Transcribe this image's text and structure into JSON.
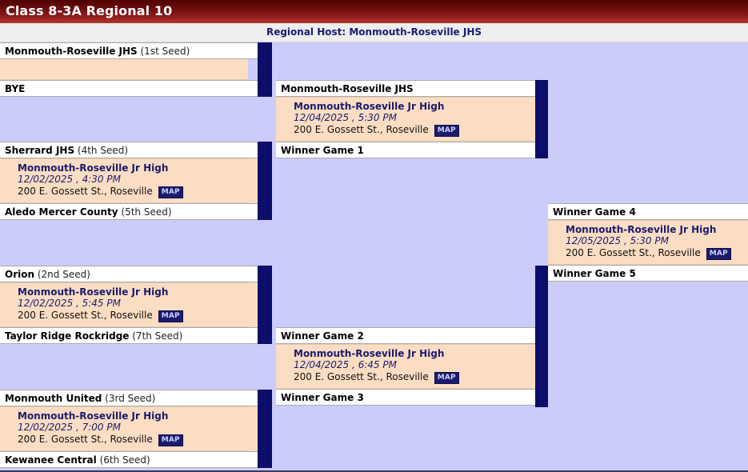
{
  "header": {
    "title": "Class 8-3A Regional 10",
    "host_label": "Regional Host: Monmouth-Roseville JHS"
  },
  "map_badge_label": "MAP",
  "bracket": {
    "round1": {
      "slots": [
        {
          "team": "Monmouth-Roseville JHS",
          "seed": " (1st Seed)"
        },
        {
          "team": "BYE",
          "seed": ""
        },
        {
          "team": "Sherrard JHS",
          "seed": " (4th Seed)"
        },
        {
          "team": "Aledo Mercer County",
          "seed": " (5th Seed)"
        },
        {
          "team": "Orion",
          "seed": " (2nd Seed)"
        },
        {
          "team": "Taylor Ridge Rockridge",
          "seed": " (7th Seed)"
        },
        {
          "team": "Monmouth United",
          "seed": " (3rd Seed)"
        },
        {
          "team": "Kewanee Central",
          "seed": " (6th Seed)"
        }
      ],
      "games": [
        {
          "venue": "Monmouth-Roseville Jr High",
          "when": "12/02/2025 , 4:30 PM",
          "address": "200 E. Gossett St., Roseville"
        },
        {
          "venue": "Monmouth-Roseville Jr High",
          "when": "12/02/2025 , 5:45 PM",
          "address": "200 E. Gossett St., Roseville"
        },
        {
          "venue": "Monmouth-Roseville Jr High",
          "when": "12/02/2025 , 7:00 PM",
          "address": "200 E. Gossett St., Roseville"
        }
      ]
    },
    "round2": {
      "slots": [
        {
          "team": "Monmouth-Roseville JHS",
          "seed": ""
        },
        {
          "team": "Winner Game 1",
          "seed": ""
        },
        {
          "team": "Winner Game 2",
          "seed": ""
        },
        {
          "team": "Winner Game 3",
          "seed": ""
        }
      ],
      "games": [
        {
          "venue": "Monmouth-Roseville Jr High",
          "when": "12/04/2025 , 5:30 PM",
          "address": "200 E. Gossett St., Roseville"
        },
        {
          "venue": "Monmouth-Roseville Jr High",
          "when": "12/04/2025 , 6:45 PM",
          "address": "200 E. Gossett St., Roseville"
        }
      ]
    },
    "round3": {
      "slots": [
        {
          "team": "Winner Game 4",
          "seed": ""
        },
        {
          "team": "Winner Game 5",
          "seed": ""
        }
      ],
      "games": [
        {
          "venue": "Monmouth-Roseville Jr High",
          "when": "12/05/2025 , 5:30 PM",
          "address": "200 E. Gossett St., Roseville"
        }
      ]
    }
  },
  "colors": {
    "title_bar": "#500000",
    "background": "#ccccfa",
    "game_block": "#fbddc3",
    "slot": "#ffffff",
    "connector": "#0d0d6b",
    "accent_text": "#1b1b6e"
  }
}
